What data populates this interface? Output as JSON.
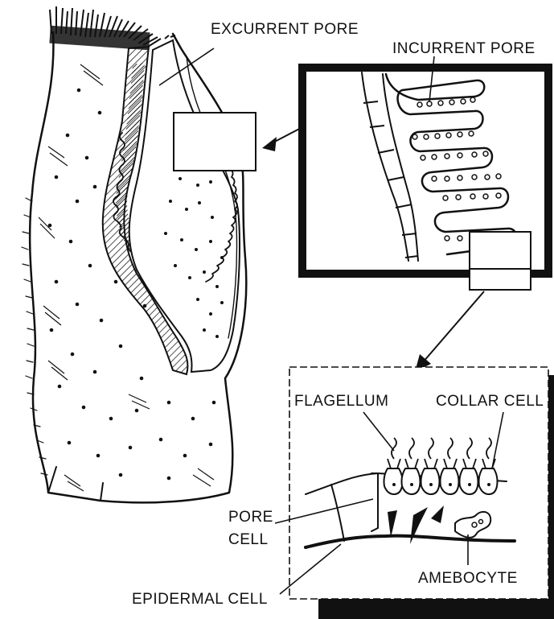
{
  "labels": {
    "excurrent_pore": "EXCURRENT PORE",
    "incurrent_pore": "INCURRENT PORE",
    "flagellum": "FLAGELLUM",
    "collar_cell": "COLLAR CELL",
    "pore_cell_line1": "PORE",
    "pore_cell_line2": "CELL",
    "amebocyte": "AMEBOCYTE",
    "epidermal_cell": "EPIDERMAL CELL"
  }
}
